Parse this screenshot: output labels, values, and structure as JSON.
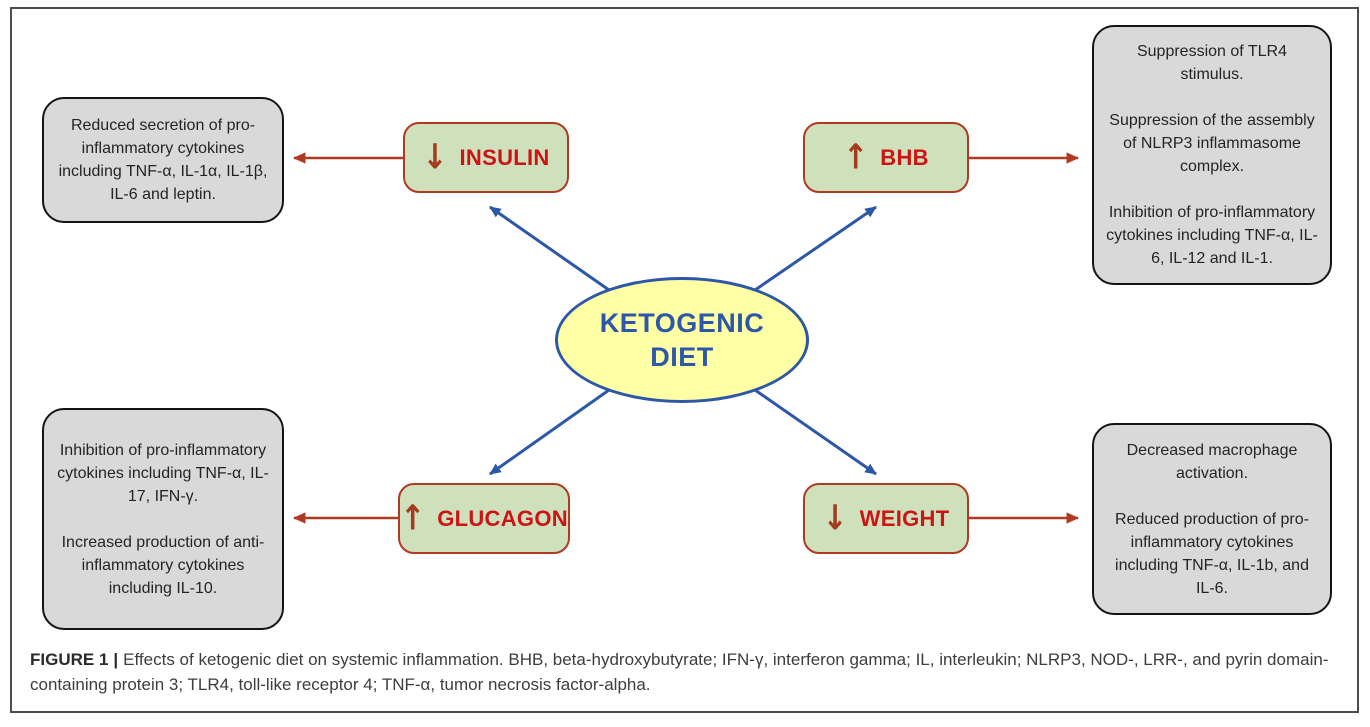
{
  "colors": {
    "node_fill": "#cfe0bd",
    "node_border": "#b03a21",
    "node_text": "#cc1414",
    "node_arrow_glyph": "#a43b1f",
    "red_connector": "#b03a21",
    "blue_connector": "#2d57a7",
    "ellipse_fill": "#ffffa6",
    "ellipse_border_text": "#2d57a7",
    "gray_box_fill": "#d9d9d9",
    "gray_box_border": "#141414"
  },
  "center": {
    "line1": "KETOGENIC",
    "line2": "DIET"
  },
  "nodes": {
    "insulin": {
      "glyph": "↓",
      "glyph_meaning": "decrease",
      "label": "INSULIN"
    },
    "bhb": {
      "glyph": "↑",
      "glyph_meaning": "increase",
      "label": "BHB"
    },
    "glucagon": {
      "glyph": "↑",
      "glyph_meaning": "increase",
      "label": "GLUCAGON"
    },
    "weight": {
      "glyph": "↓",
      "glyph_meaning": "decrease",
      "label": "WEIGHT"
    }
  },
  "outcome_boxes": {
    "top_left": {
      "paragraphs": [
        "Reduced secretion of pro-inflammatory cytokines including TNF-α, IL-1α, IL-1β, IL-6 and leptin."
      ]
    },
    "top_right": {
      "paragraphs": [
        "Suppression of TLR4 stimulus.",
        "Suppression of the assembly of NLRP3 inflammasome complex.",
        "Inhibition of pro-inflammatory cytokines including TNF-α, IL-6, IL-12 and IL-1."
      ]
    },
    "bottom_left": {
      "paragraphs": [
        "Inhibition of pro-inflammatory cytokines including TNF-α, IL-17, IFN-γ.",
        "Increased production of anti-inflammatory cytokines including IL-10."
      ]
    },
    "bottom_right": {
      "paragraphs": [
        "Decreased macrophage activation.",
        "Reduced production of pro-inflammatory cytokines including TNF-α, IL-1b, and IL-6."
      ]
    }
  },
  "caption": {
    "label": "FIGURE 1",
    "separator": "|",
    "text": "Effects of ketogenic diet on systemic inflammation. BHB, beta-hydroxybutyrate; IFN-γ, interferon gamma; IL, interleukin; NLRP3, NOD-, LRR-, and pyrin domain-containing protein 3; TLR4, toll-like receptor 4; TNF-α, tumor necrosis factor-alpha."
  }
}
